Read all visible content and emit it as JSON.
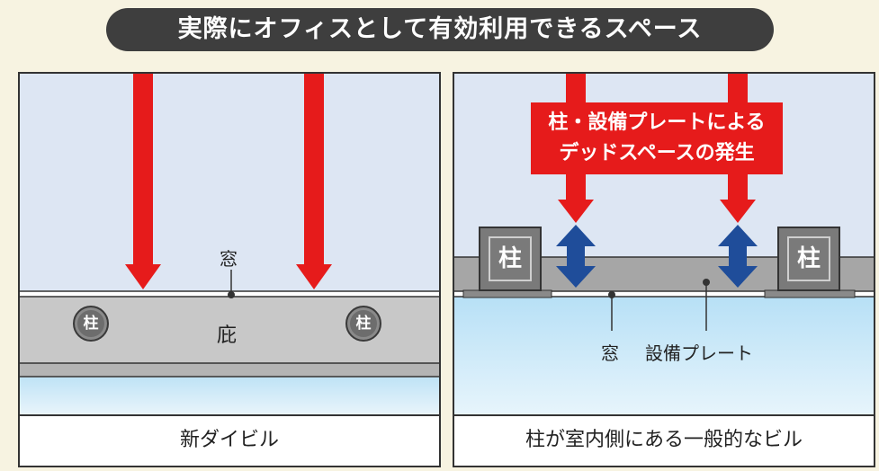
{
  "title": "実際にオフィスとして有効利用できるスペース",
  "left_panel": {
    "caption": "新ダイビル",
    "window_label": "窓",
    "eave_label": "庇",
    "column_label": "柱"
  },
  "right_panel": {
    "caption": "柱が室内側にある一般的なビル",
    "callout_line1": "柱・設備プレートによる",
    "callout_line2": "デッドスペースの発生",
    "window_label": "窓",
    "plate_label": "設備プレート",
    "column_label": "柱"
  },
  "colors": {
    "red_arrow": "#e61b1b",
    "blue_arrow": "#1f4d9a",
    "sky": "#dde6f3",
    "eave_gray": "#c8c8c8",
    "background": "#f7f3e1"
  }
}
